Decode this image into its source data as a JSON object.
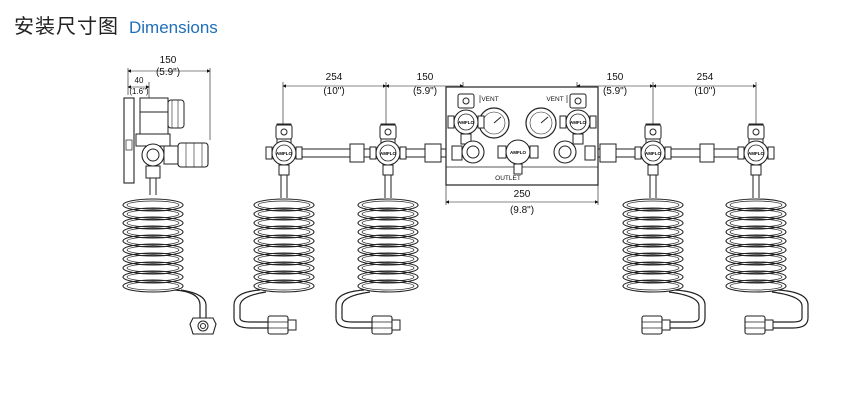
{
  "header": {
    "title_cn": "安装尺寸图",
    "title_en": "Dimensions"
  },
  "dimensions": {
    "side_150": "150",
    "side_150_in": "(5.9\")",
    "side_40": "40",
    "side_40_in": "(1.6\")",
    "left_254": "254",
    "left_254_in": "(10\")",
    "left_150": "150",
    "left_150_in": "(5.9\")",
    "right_150": "150",
    "right_150_in": "(5.9\")",
    "right_254": "254",
    "right_254_in": "(10\")",
    "panel_250": "250",
    "panel_250_in": "(9.8\")"
  },
  "panel_labels": {
    "vent_left": "VENT",
    "vent_right": "VENT",
    "outlet": "OUTLET"
  },
  "colors": {
    "title_accent": "#1f6fb8",
    "line": "#1a1a1a"
  }
}
